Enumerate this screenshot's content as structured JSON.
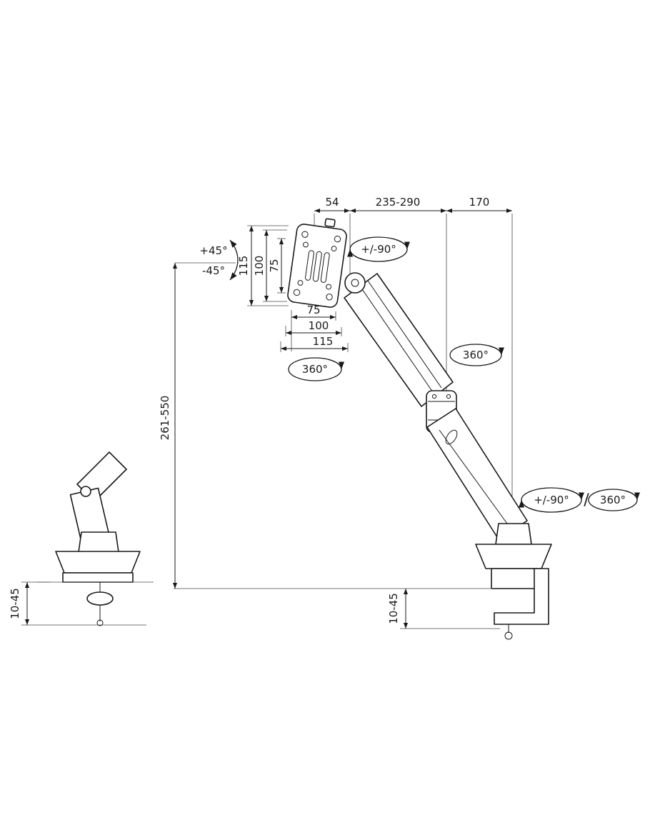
{
  "diagram": {
    "type": "technical-dimension-drawing",
    "subject": "gas-spring monitor desk mount arm with clamp base, front view, side view of clamp, VESA plate detail",
    "colors": {
      "line": "#1a1a1a",
      "background": "#ffffff"
    },
    "labels": {
      "dim_54": "54",
      "dim_235_290": "235-290",
      "dim_170": "170",
      "tilt_up": "+45°",
      "tilt_down": "-45°",
      "vesa_height_115": "115",
      "vesa_height_100": "100",
      "vesa_height_75": "75",
      "swivel_top": "+/-90°",
      "vesa_width_75": "75",
      "vesa_width_100": "100",
      "vesa_width_115": "115",
      "rotate_vesa": "360°",
      "rotate_mid": "360°",
      "height_range": "261-550",
      "base_swivel": "+/-90°",
      "slash": "/",
      "base_rotate": "360°",
      "clamp_thickness_main": "10-45",
      "clamp_thickness_side": "10-45"
    }
  }
}
